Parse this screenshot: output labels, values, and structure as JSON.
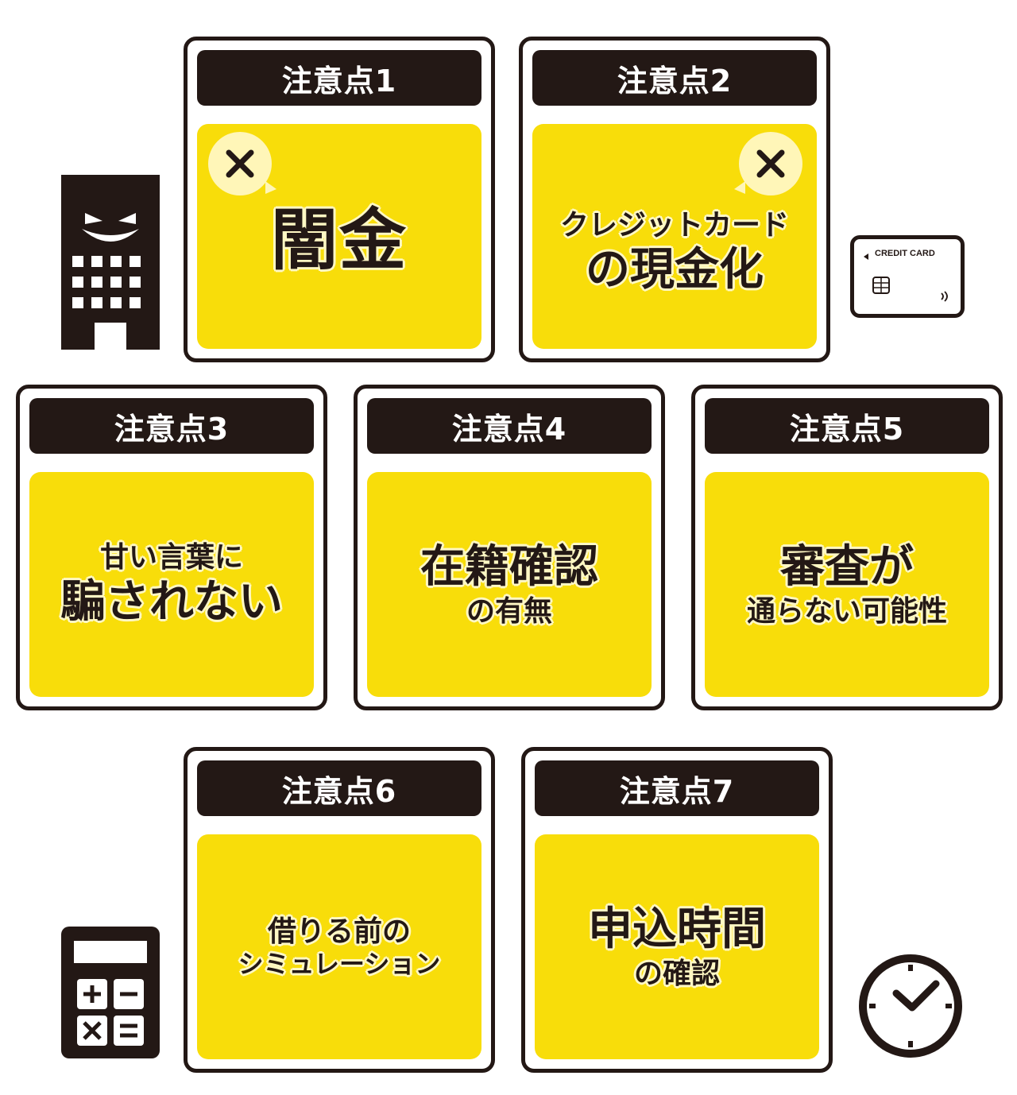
{
  "colors": {
    "dark": "#231815",
    "accent_yellow": "#f8dd0a",
    "glow": "#fff8c4",
    "bubble": "#fff6b8",
    "white": "#ffffff"
  },
  "cards": [
    {
      "header": "注意点1",
      "lines": [
        "闇金"
      ],
      "bad_mark": true
    },
    {
      "header": "注意点2",
      "lines": [
        "クレジットカード",
        "の現金化"
      ],
      "bad_mark": true
    },
    {
      "header": "注意点3",
      "lines": [
        "甘い言葉に",
        "騙されない"
      ]
    },
    {
      "header": "注意点4",
      "lines": [
        "在籍確認",
        "の有無"
      ]
    },
    {
      "header": "注意点5",
      "lines": [
        "審査が",
        "通らない可能性"
      ]
    },
    {
      "header": "注意点6",
      "lines": [
        "借りる前の",
        "シミュレーション"
      ]
    },
    {
      "header": "注意点7",
      "lines": [
        "申込時間",
        "の確認"
      ]
    }
  ],
  "icons": {
    "card2_mark": "x-mark-icon",
    "building": "evil-building-icon",
    "credit_card": "credit-card-icon",
    "calculator": "calculator-icon",
    "clock": "clock-icon"
  },
  "credit_card_label": "CREDIT CARD"
}
